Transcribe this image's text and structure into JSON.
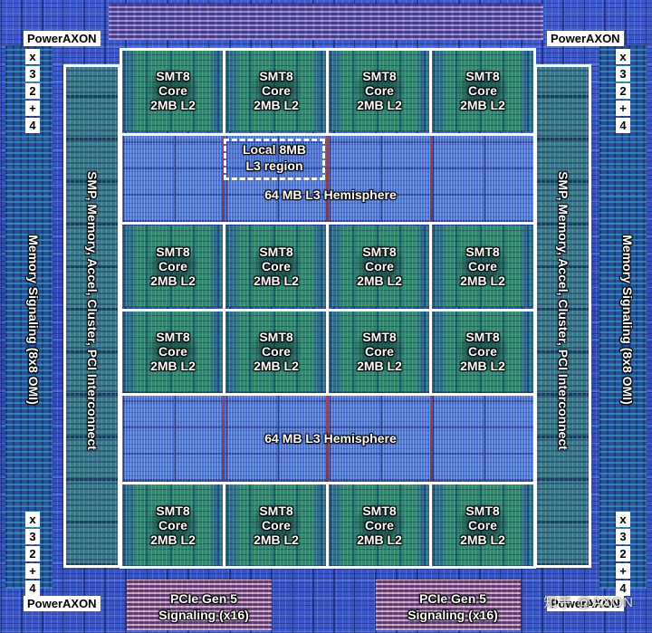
{
  "colors": {
    "die_background": "#3a56c8",
    "core_fill": "#2f7c74",
    "l3_fill": "#4d76d2",
    "outline": "#ffffff",
    "label_box": "#ffffff"
  },
  "corners": {
    "top_left": "PowerAXON",
    "top_right": "PowerAXON",
    "bottom_left": "PowerAXON",
    "bottom_right": "PowerAXON"
  },
  "axon_stack": {
    "top_left": [
      "x",
      "3",
      "2",
      "+",
      "4"
    ],
    "top_right": [
      "x",
      "3",
      "2",
      "+",
      "4"
    ],
    "bottom_left": [
      "x",
      "3",
      "2",
      "+",
      "4"
    ],
    "bottom_right": [
      "x",
      "3",
      "2",
      "+",
      "4"
    ]
  },
  "memory_signaling": {
    "left": "Memory Signaling (8x8 OMI)",
    "right": "Memory Signaling (8x8 OMI)"
  },
  "interconnect": {
    "left": "SMP, Memory, Accel, Cluster, PCI Interconnect",
    "right": "SMP, Memory, Accel, Cluster, PCI Interconnect"
  },
  "core_label": [
    "SMT8",
    "Core",
    "2MB L2"
  ],
  "core_rows": 4,
  "cores_per_row": 4,
  "l3": {
    "top": "64 MB L3 Hemisphere",
    "bottom": "64 MB L3 Hemisphere",
    "local_region": [
      "Local 8MB",
      "L3 region"
    ]
  },
  "pcie": {
    "left": [
      "PCIe Gen 5",
      "Signaling (x16)"
    ],
    "right": [
      "PCIe Gen 5",
      "Signaling (x16)"
    ]
  },
  "watermark": "知乎 @AXON"
}
